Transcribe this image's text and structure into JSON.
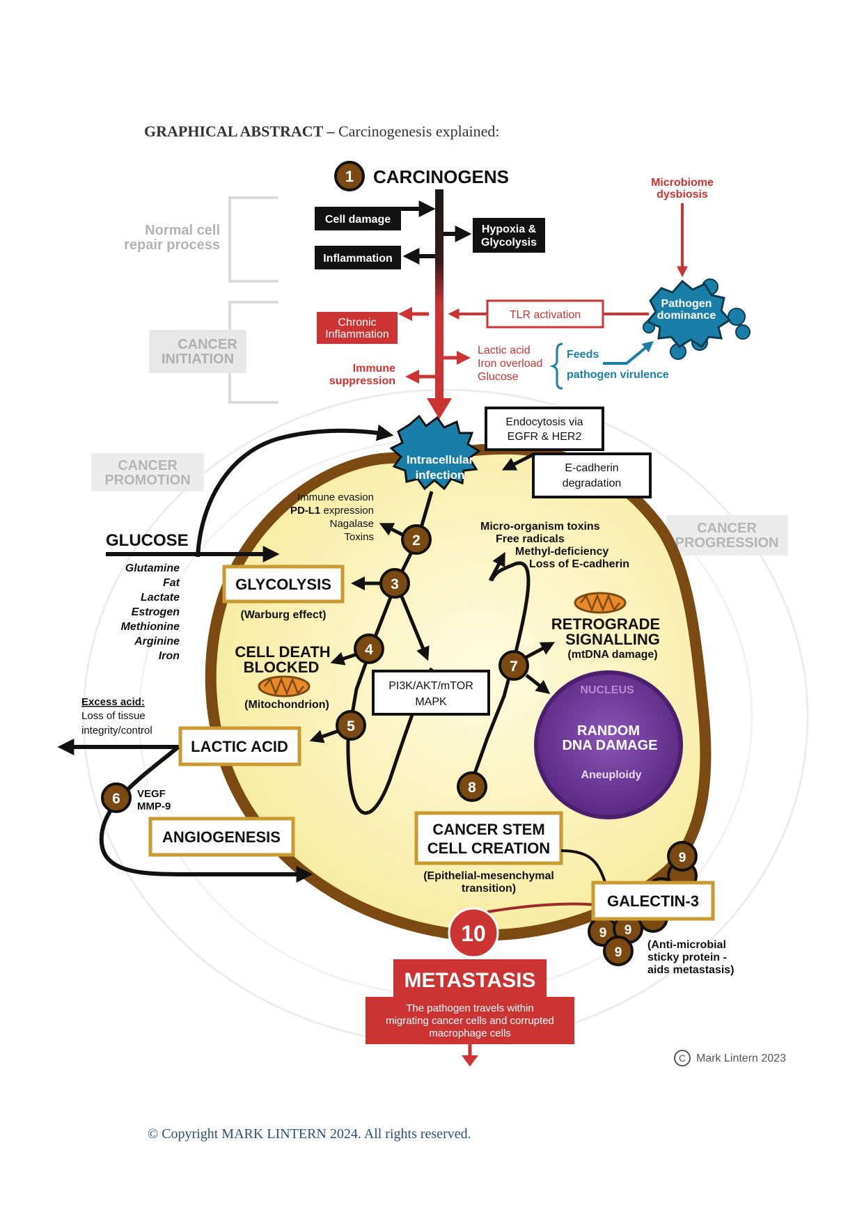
{
  "heading": {
    "bold": "GRAPHICAL ABSTRACT –",
    "rest": " Carcinogenesis explained:"
  },
  "footer": "© Copyright MARK LINTERN 2024. All rights reserved.",
  "credit": "Mark Lintern 2023",
  "colors": {
    "brown": "#7a4a12",
    "red": "#cc3333",
    "teal": "#1a7fa8",
    "purple": "#6b3592",
    "yellow": "#fdf6c0",
    "phase_gray": "#d0d0d0",
    "gold_border": "#c89a30"
  },
  "steps": [
    "1",
    "2",
    "3",
    "4",
    "5",
    "6",
    "7",
    "8",
    "9",
    "10"
  ],
  "carcinogens": "CARCINOGENS",
  "normal_repair": [
    "Normal cell",
    "repair process"
  ],
  "phases": {
    "initiation": [
      "CANCER",
      "INITIATION"
    ],
    "promotion": [
      "CANCER",
      "PROMOTION"
    ],
    "progression": [
      "CANCER",
      "PROGRESSION"
    ]
  },
  "black_boxes": {
    "cell_damage": "Cell damage",
    "inflammation": "Inflammation",
    "hypoxia": [
      "Hypoxia &",
      "Glycolysis"
    ]
  },
  "microbiome": [
    "Microbiome",
    "dysbiosis"
  ],
  "pathogen": [
    "Pathogen",
    "dominance"
  ],
  "tlr": "TLR activation",
  "chronic": [
    "Chronic",
    "Inflammation"
  ],
  "immune_supp": [
    "Immune",
    "suppression"
  ],
  "lactic_list": [
    "Lactic acid",
    "Iron overload",
    "Glucose"
  ],
  "feeds": [
    "Feeds",
    "pathogen virulence"
  ],
  "intracellular": [
    "Intracellular",
    "infection"
  ],
  "endocytosis": [
    "Endocytosis via",
    "EGFR & HER2"
  ],
  "ecadherin": [
    "E-cadherin",
    "degradation"
  ],
  "immune_evasion": {
    "line1": "Immune evasion",
    "pdl1": "PD-L1",
    "pdl1_rest": " expression",
    "line3": "Nagalase",
    "line4": "Toxins"
  },
  "toxins": [
    "Micro-organism toxins",
    "Free radicals",
    "Methyl-deficiency",
    "Loss of E-cadherin"
  ],
  "glucose": "GLUCOSE",
  "nutrients": [
    "Glutamine",
    "Fat",
    "Lactate",
    "Estrogen",
    "Methionine",
    "Arginine",
    "Iron"
  ],
  "glycolysis": "GLYCOLYSIS",
  "warburg": "(Warburg effect)",
  "cell_death": [
    "CELL DEATH",
    "BLOCKED"
  ],
  "mitochondrion": "(Mitochondrion)",
  "pi3k": [
    "PI3K/AKT/mTOR",
    "MAPK"
  ],
  "retrograde": [
    "RETROGRADE",
    "SIGNALLING"
  ],
  "mtdna": "(mtDNA damage)",
  "nucleus_label": "NUCLEUS",
  "dna_damage": [
    "RANDOM",
    "DNA DAMAGE"
  ],
  "aneuploidy": "Aneuploidy",
  "excess_acid": [
    "Excess acid:",
    "Loss of tissue",
    "integrity/control"
  ],
  "lactic_acid": "LACTIC ACID",
  "vegf": [
    "VEGF",
    "MMP-9"
  ],
  "angiogenesis": "ANGIOGENESIS",
  "stem_cell": [
    "CANCER STEM",
    "CELL CREATION"
  ],
  "emt": [
    "(Epithelial-mesenchymal",
    "transition)"
  ],
  "galectin": "GALECTIN-3",
  "galectin_desc": [
    "(Anti-microbial",
    "sticky protein -",
    "aids metastasis)"
  ],
  "metastasis": "METASTASIS",
  "metastasis_desc": [
    "The pathogen travels within",
    "migrating cancer cells and corrupted",
    "macrophage cells"
  ]
}
